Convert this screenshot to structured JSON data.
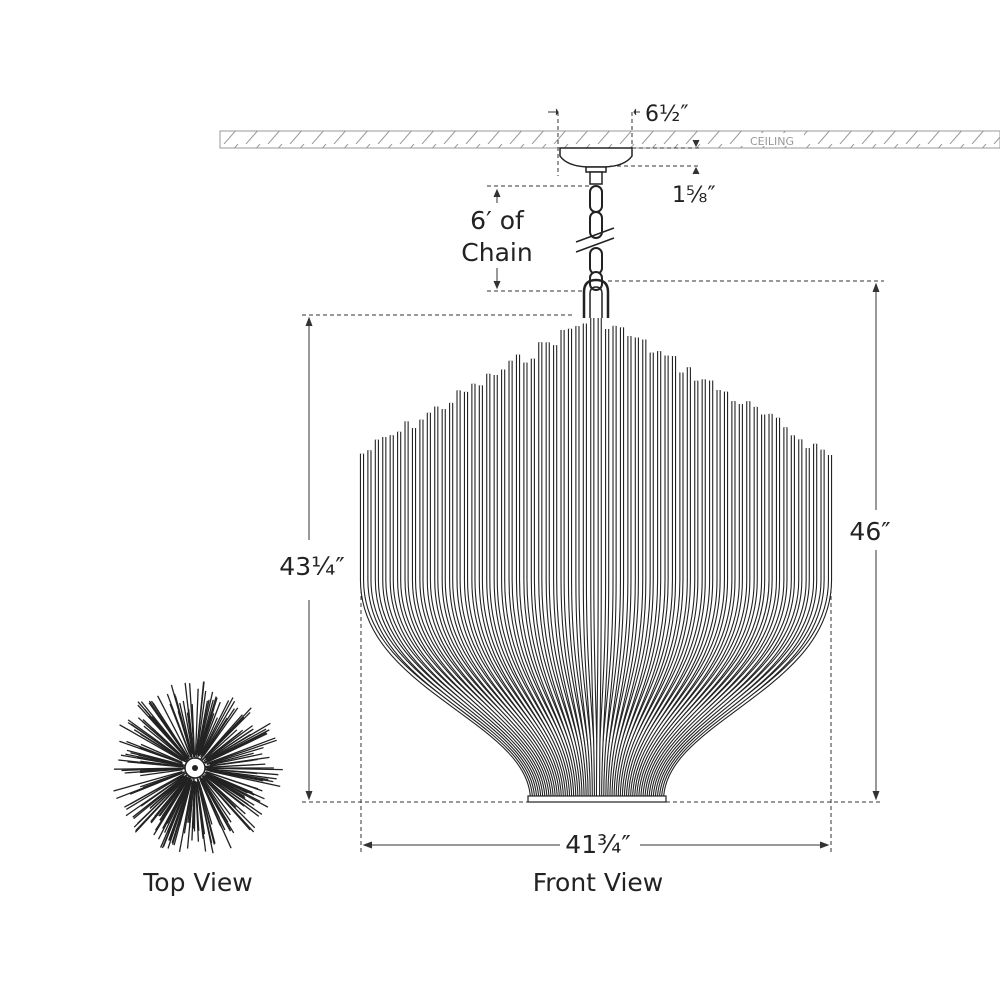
{
  "labels": {
    "canopy_width": "6½″",
    "ceiling": "CEILING",
    "canopy_height": "1⅝″",
    "chain_line1": "6′ of",
    "chain_line2": "Chain",
    "body_height": "43¼″",
    "overall_height": "46″",
    "width": "41¾″",
    "top_view": "Top View",
    "front_view": "Front View"
  },
  "colors": {
    "line": "#222222",
    "dim": "#333333",
    "ceiling_text": "#aaaaaa"
  }
}
